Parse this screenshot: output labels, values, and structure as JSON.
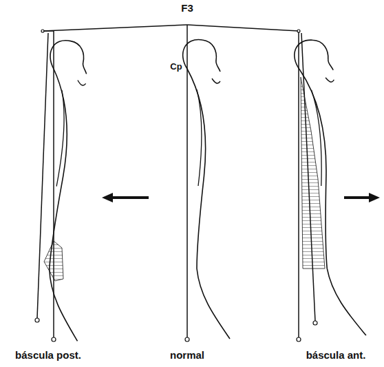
{
  "diagram": {
    "labels": [
      "F3",
      "Cp",
      "báscula post.",
      "normal",
      "báscula ant."
    ]
  }
}
